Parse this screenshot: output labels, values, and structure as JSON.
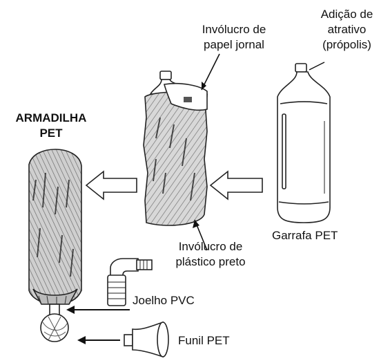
{
  "labels": {
    "attractant_line1": "Adição de",
    "attractant_line2": "atrativo",
    "attractant_line3": "(própolis)",
    "newspaper_line1": "Invólucro de",
    "newspaper_line2": "papel jornal",
    "trap_line1": "ARMADILHA",
    "trap_line2": "PET",
    "bottle": "Garrafa PET",
    "plastic_line1": "Invólucro de",
    "plastic_line2": "plástico preto",
    "elbow": "Joelho PVC",
    "funnel": "Funil PET"
  },
  "colors": {
    "ink": "#222222",
    "wrap_fill": "#cfcfcf",
    "wrap_dark": "#7a7a7a",
    "paper": "#ffffff"
  }
}
